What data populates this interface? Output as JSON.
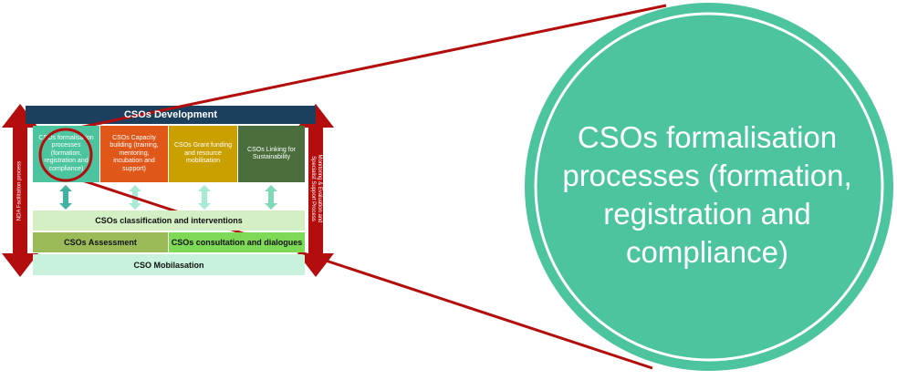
{
  "diagram": {
    "header": "CSOs Development",
    "boxes": [
      {
        "label": "CSOs formalisation processes (formation, registration and compliance)",
        "color": "#4cc4a0"
      },
      {
        "label": "CSOs Capacity building (training, mentoring, incubation and support)",
        "color": "#e0571a"
      },
      {
        "label": "CSOs Grant funding and resource mobilisation",
        "color": "#c9a000"
      },
      {
        "label": "CSOs Linking for Sustainability",
        "color": "#4a6f3c"
      }
    ],
    "classification": "CSOs classification and interventions",
    "assessment": "CSOs Assessment",
    "consultation": "CSOs consultation and dialogues",
    "mobilisation": "CSO Mobilasation",
    "left_side": "NDA Facilitation process",
    "right_side": "Monitoring & Evaluation and Specialist Support Process"
  },
  "zoom": {
    "text": "CSOs formalisation processes (formation, registration and compliance)"
  },
  "colors": {
    "arrow_red": "#b30d0d",
    "header_navy": "#1c3f5e",
    "teal": "#4cc4a0",
    "light_green": "#d3efc3",
    "assessment_green": "#9bbb59",
    "consultation_green": "#7ed957",
    "mint": "#c8f2dd"
  }
}
